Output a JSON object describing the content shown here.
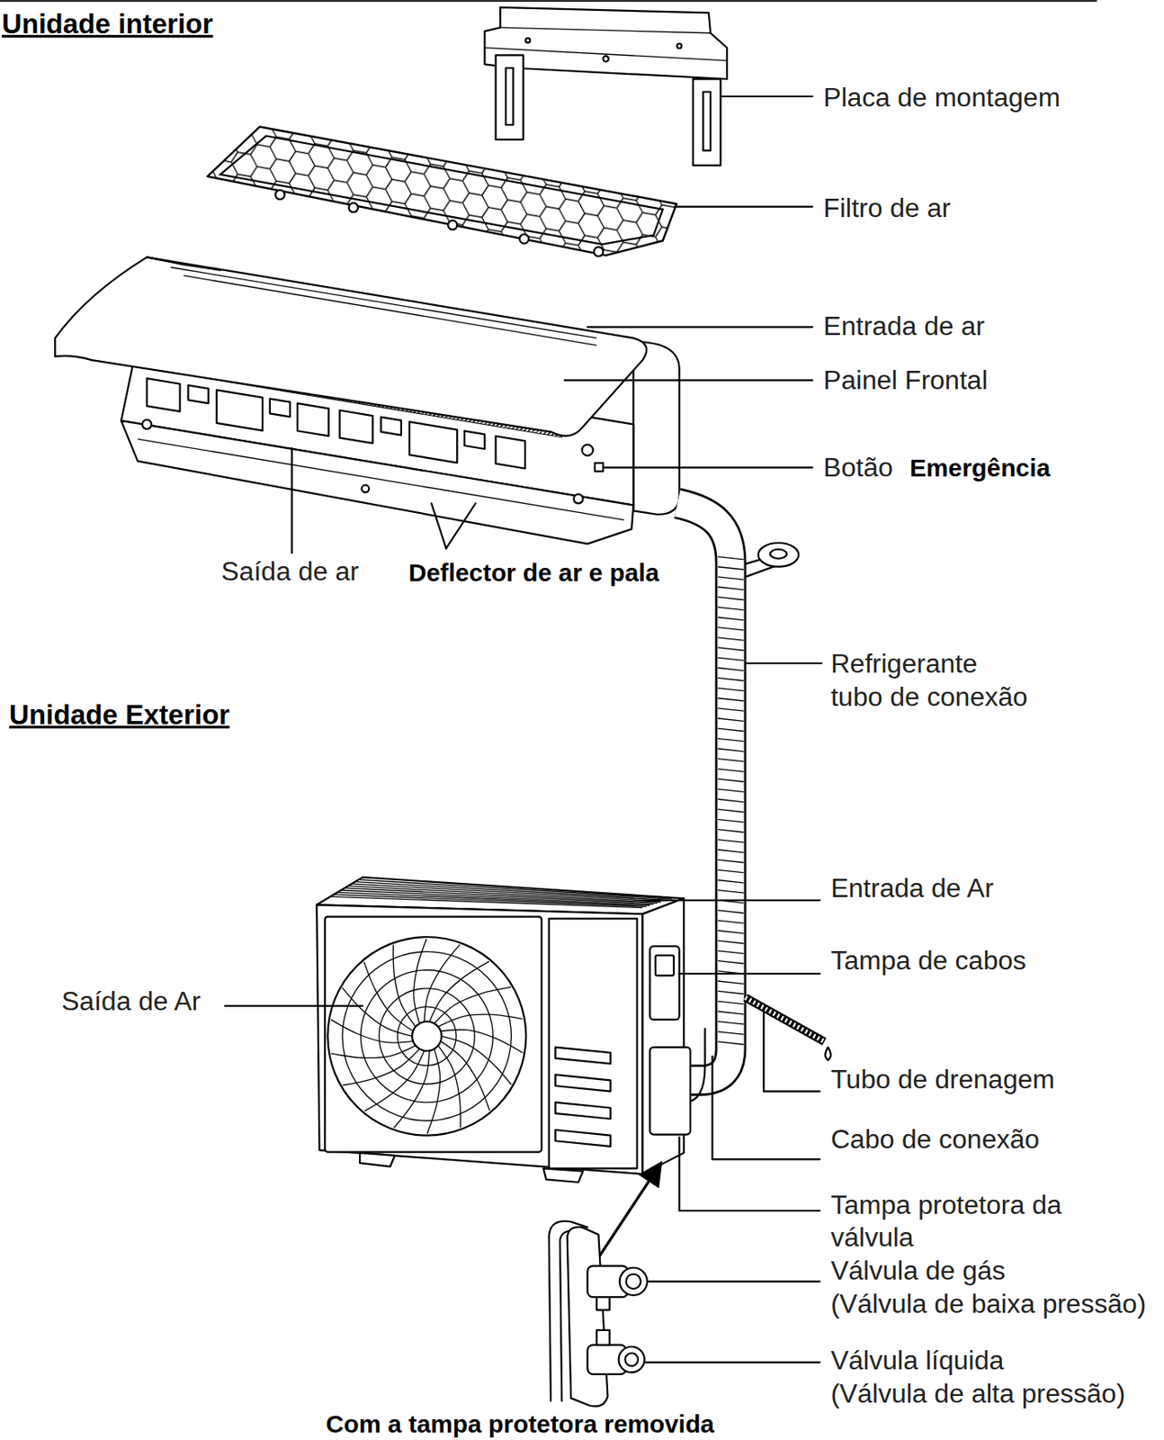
{
  "diagram": {
    "caption": "Com a tampa protetora removida",
    "labels": [
      "Unidade interior",
      "Placa de montagem",
      "Filtro de ar",
      "Entrada de ar",
      "Painel Frontal",
      "Botão",
      "Emergência",
      "Saída de ar",
      "Deflector de ar e pala",
      "Refrigerante tubo de conexão",
      "Unidade Exterior",
      "Entrada de Ar",
      "Tampa de cabos",
      "Saída de Ar",
      "Tubo de drenagem",
      "Cabo de conexão",
      "Tampa protetora da válvula",
      "Válvula de gás",
      "(Válvula de baixa pressão)",
      "Válvula líquida",
      "(Válvula de alta pressão)"
    ]
  }
}
